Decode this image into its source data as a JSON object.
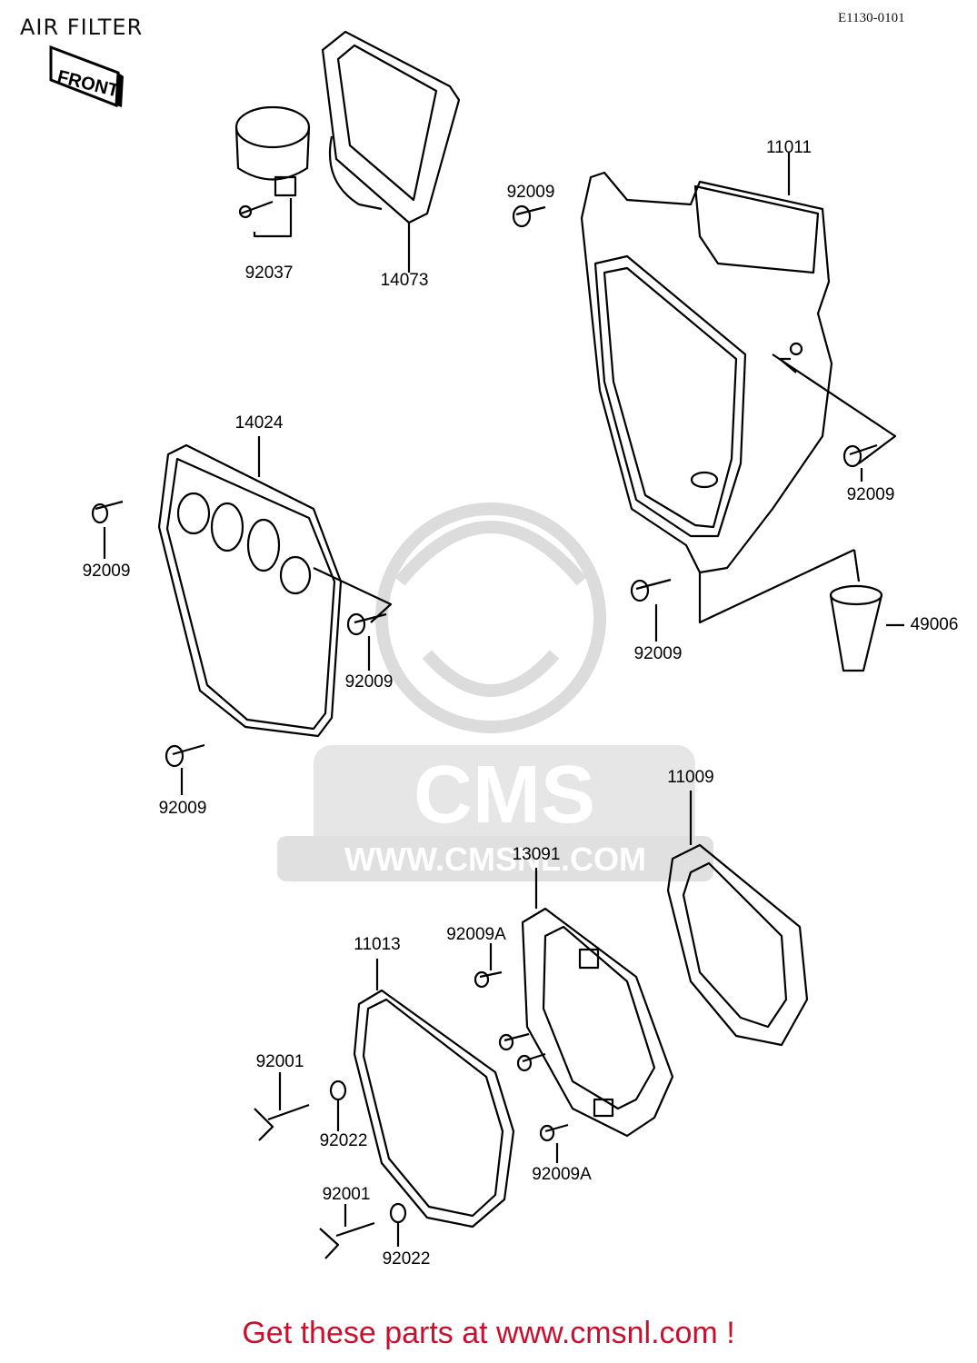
{
  "title": "AIR FILTER",
  "diagram_code": "E1130-0101",
  "front_label": "FRONT",
  "watermark": {
    "brand": "CMS",
    "url": "WWW.CMSNL.COM"
  },
  "parts": [
    {
      "id": "p-92037",
      "label": "92037"
    },
    {
      "id": "p-14073",
      "label": "14073"
    },
    {
      "id": "p-11011",
      "label": "11011"
    },
    {
      "id": "p-92009-a",
      "label": "92009"
    },
    {
      "id": "p-92009-b",
      "label": "92009"
    },
    {
      "id": "p-14024",
      "label": "14024"
    },
    {
      "id": "p-92009-c",
      "label": "92009"
    },
    {
      "id": "p-92009-d",
      "label": "92009"
    },
    {
      "id": "p-92009-e",
      "label": "92009"
    },
    {
      "id": "p-49006",
      "label": "49006"
    },
    {
      "id": "p-92009-f",
      "label": "92009"
    },
    {
      "id": "p-11009",
      "label": "11009"
    },
    {
      "id": "p-13091",
      "label": "13091"
    },
    {
      "id": "p-92009a-a",
      "label": "92009A"
    },
    {
      "id": "p-11013",
      "label": "11013"
    },
    {
      "id": "p-92001-a",
      "label": "92001"
    },
    {
      "id": "p-92022-a",
      "label": "92022"
    },
    {
      "id": "p-92009a-b",
      "label": "92009A"
    },
    {
      "id": "p-92001-b",
      "label": "92001"
    },
    {
      "id": "p-92022-b",
      "label": "92022"
    }
  ],
  "footer": "Get these parts at www.cmsnl.com !",
  "colors": {
    "footer": "#c8102e",
    "watermark": "#d9d9d9",
    "ink": "#000000"
  }
}
